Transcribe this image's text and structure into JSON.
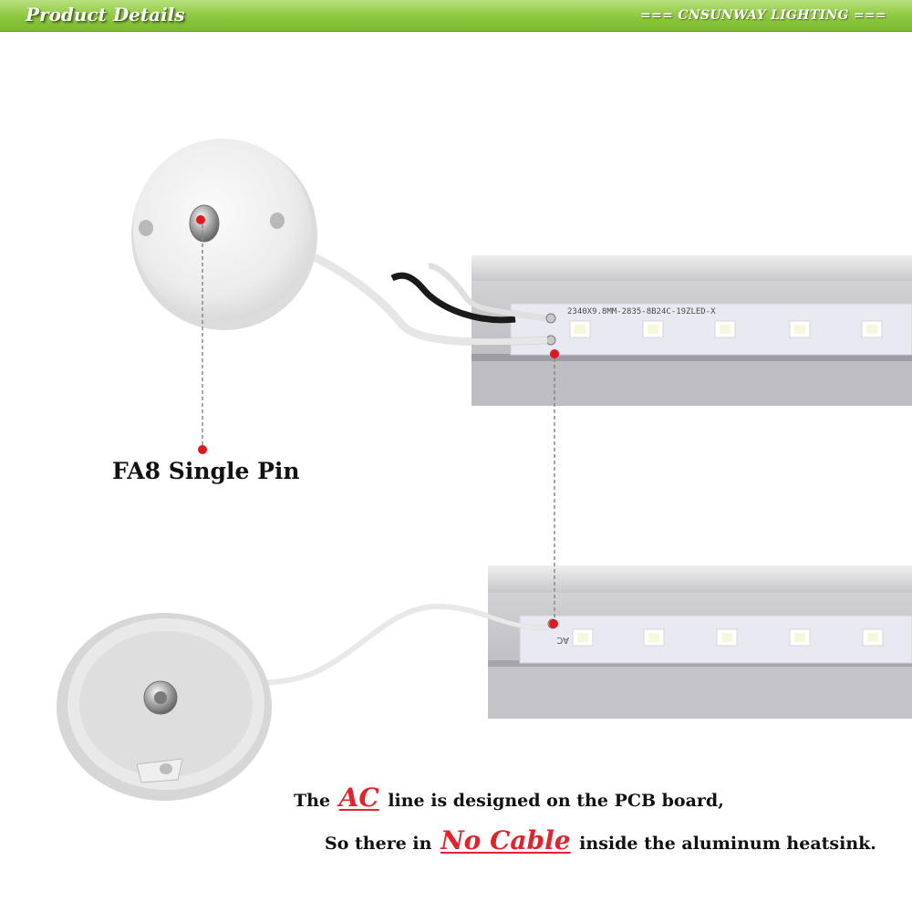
{
  "header": {
    "title": "Product Details",
    "brand": "=== CNSUNWAY LIGHTING ==="
  },
  "labels": {
    "pin_type": "FA8 Single Pin"
  },
  "pcb_text": {
    "top_strip": "2340X9.8MM-2835-8B24C-19ZLED-X",
    "bottom_strip_mark": "AC"
  },
  "caption": {
    "line1_pre": "The",
    "line1_highlight": "AC",
    "line1_post": "line is designed on the PCB board,",
    "line2_pre": "So there in",
    "line2_highlight": "No Cable",
    "line2_post": "inside the aluminum heatsink."
  },
  "colors": {
    "header_green": "#8cc83e",
    "highlight_red": "#e8202a",
    "marker_red": "#e8141c"
  }
}
